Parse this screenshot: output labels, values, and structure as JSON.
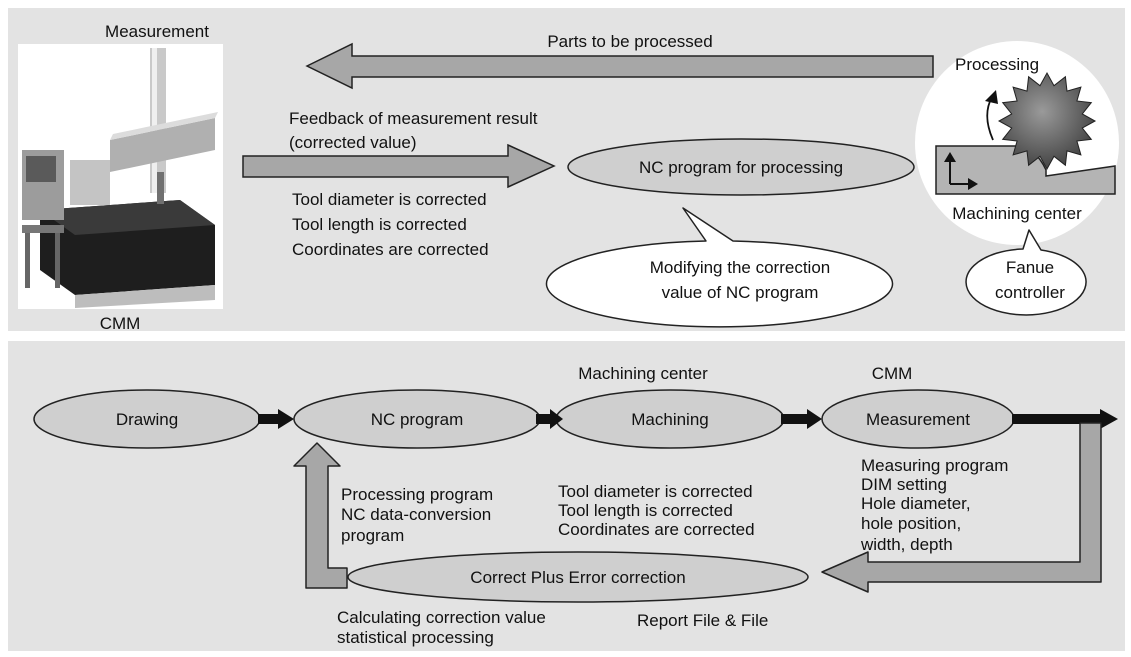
{
  "top_panel": {
    "measurement_label": "Measurement",
    "cmm_label": "CMM",
    "parts_label": "Parts to be processed",
    "processing_label": "Processing",
    "feedback_line1": "Feedback of measurement result",
    "feedback_line2": "(corrected value)",
    "nc_program_bubble": "NC program for processing",
    "corrections": [
      "Tool diameter is corrected",
      "Tool length is corrected",
      "Coordinates are corrected"
    ],
    "modify_line1": "Modifying the correction",
    "modify_line2": "value of NC program",
    "machining_center_label": "Machining center",
    "controller_line1": "Fanue",
    "controller_line2": "controller"
  },
  "bottom_panel": {
    "flow": [
      "Drawing",
      "NC program",
      "Machining",
      "Measurement"
    ],
    "machining_caption": "Machining center",
    "measurement_caption": "CMM",
    "measuring_notes": [
      "Measuring program",
      "DIM setting",
      "Hole diameter,",
      "hole position,",
      "width, depth"
    ],
    "processing_notes": [
      "Processing program",
      "NC data-conversion",
      "program"
    ],
    "corrections": [
      "Tool diameter is corrected",
      "Tool length is corrected",
      "Coordinates are corrected"
    ],
    "correct_plus": "Correct Plus Error correction",
    "calc_line1": "Calculating correction value",
    "calc_line2": "statistical processing",
    "report": "Report File & File"
  },
  "colors": {
    "panel_bg": "#e3e3e3",
    "bubble_fill": "#cfcfcf",
    "arrow_fill": "#a7a7a7",
    "dark": "#111111"
  }
}
